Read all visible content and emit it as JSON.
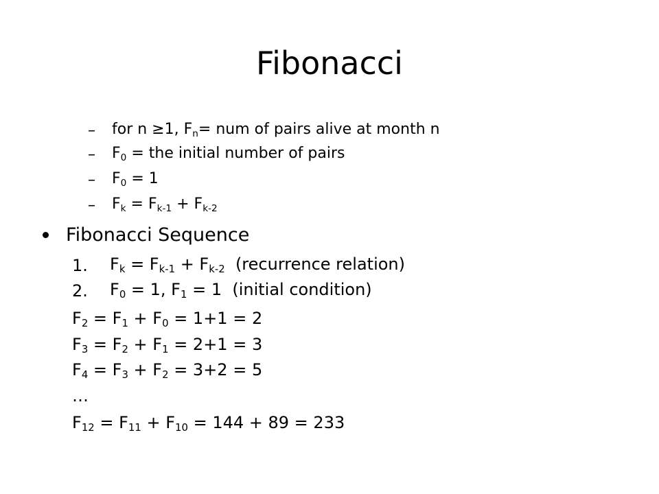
{
  "slide": {
    "title": "Fibonacci",
    "dash": "–",
    "ellipsis": "…",
    "dash_items": [
      {
        "pre": "for n ≥1, F",
        "sub1": "n",
        "post": "= num of pairs alive at month n"
      },
      {
        "pre": "F",
        "sub1": "0",
        "post": " = the initial number of pairs"
      },
      {
        "pre": "F",
        "sub1": "0",
        "post": " = 1"
      },
      {
        "pre": "F",
        "sub1": "k",
        "mid1": " = F",
        "sub2": "k-1",
        "mid2": " + F",
        "sub3": "k-2"
      }
    ],
    "bullet": {
      "label": "Fibonacci Sequence"
    },
    "numbered": [
      {
        "num": "1.",
        "pre": "F",
        "sub1": "k",
        "mid1": " = F",
        "sub2": "k-1",
        "mid2": " + F",
        "sub3": "k-2",
        "post": "  (recurrence relation)"
      },
      {
        "num": "2.",
        "pre": "F",
        "sub1": "0",
        "mid1": " = 1, F",
        "sub2": "1",
        "post": " = 1  (initial condition)"
      }
    ],
    "steps": [
      {
        "a": "F",
        "s1": "2",
        "b": " = F",
        "s2": "1",
        "c": " + F",
        "s3": "0",
        "d": " = 1+1 = 2"
      },
      {
        "a": "F",
        "s1": "3",
        "b": " = F",
        "s2": "2",
        "c": " + F",
        "s3": "1",
        "d": " = 2+1 = 3"
      },
      {
        "a": "F",
        "s1": "4",
        "b": " = F",
        "s2": "3",
        "c": " + F",
        "s3": "2",
        "d": " = 3+2 = 5"
      }
    ],
    "final": {
      "a": "F",
      "s1": "12",
      "b": " = F",
      "s2": "11",
      "c": " + F",
      "s3": "10",
      "d": " = 144 + 89 = 233"
    }
  }
}
